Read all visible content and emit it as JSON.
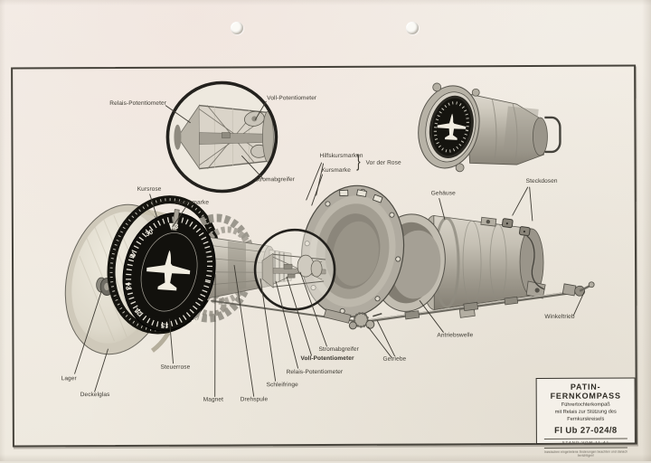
{
  "inset_labels": {
    "relais_potentiometer": "Relais-Potentiometer",
    "voll_potentiometer": "Voll-Potentiometer",
    "stromabgreifer": "Stromabgreifer"
  },
  "rose_labels": {
    "kursrose": "Kursrose",
    "steuermarke": "Steuermarke",
    "hilfskursmarken": "Hilfskursmarken",
    "kursmarke": "Kursmarke",
    "vor_der_rose": "Vor der Rose",
    "brace": "}"
  },
  "assembly_labels": {
    "gehaeuse": "Gehäuse",
    "steckdosen": "Steckdosen",
    "winkeltrieb": "Winkeltrieb",
    "antriebswelle": "Antriebswelle",
    "getriebe": "Getriebe",
    "stromabgreifer": "Stromabgreifer",
    "voll_potentiometer": "Voll-Potentiometer",
    "relais_potentiometer": "Relais-Potentiometer",
    "schleifringe": "Schleifringe",
    "magnet": "Magnet",
    "drehspule": "Drehspule",
    "steuerrose": "Steuerrose",
    "lager": "Lager",
    "deckelglas": "Deckelglas"
  },
  "dial": {
    "numbers": [
      "33",
      "30",
      "W",
      "24",
      "21",
      "15",
      "12"
    ]
  },
  "title_block": {
    "title": "PATIN-FERNKOMPASS",
    "line1": "Führertochterkompaß",
    "line2": "mit Relais zur Stützung des",
    "line3": "Fernkurskreisels",
    "part_number": "Fl Ub 27-024/8",
    "stand": "STAND VOM 11.41",
    "footnote": "Inzwischen eingetretene Änderungen beachten und danach berichtigen!"
  },
  "colors": {
    "paper": "#f0ebe2",
    "frame": "#45423a",
    "ink": "#3a372f",
    "dial_black": "#14130e"
  }
}
